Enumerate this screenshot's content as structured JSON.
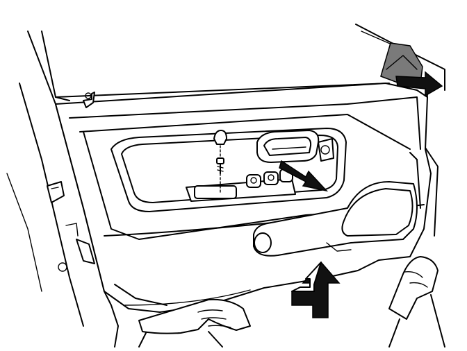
{
  "figure": {
    "subject": "door-trim-panel-removal",
    "parts": [
      "door-frame",
      "door-trim-panel",
      "mirror-trim-cover",
      "interior-door-handle",
      "armrest-pull-cup",
      "window-switch-panel",
      "screw",
      "screw-cover-cap",
      "hands"
    ],
    "arrows": [
      {
        "name": "mirror-cover-pull-arrow",
        "direction": "outward"
      },
      {
        "name": "handle-bezel-pull-arrow",
        "direction": "outward"
      },
      {
        "name": "panel-lift-arrow",
        "direction": "up-then-out"
      }
    ],
    "colors": {
      "ink": "#000000",
      "paper": "#ffffff",
      "shade": "#7a7a7a"
    }
  }
}
